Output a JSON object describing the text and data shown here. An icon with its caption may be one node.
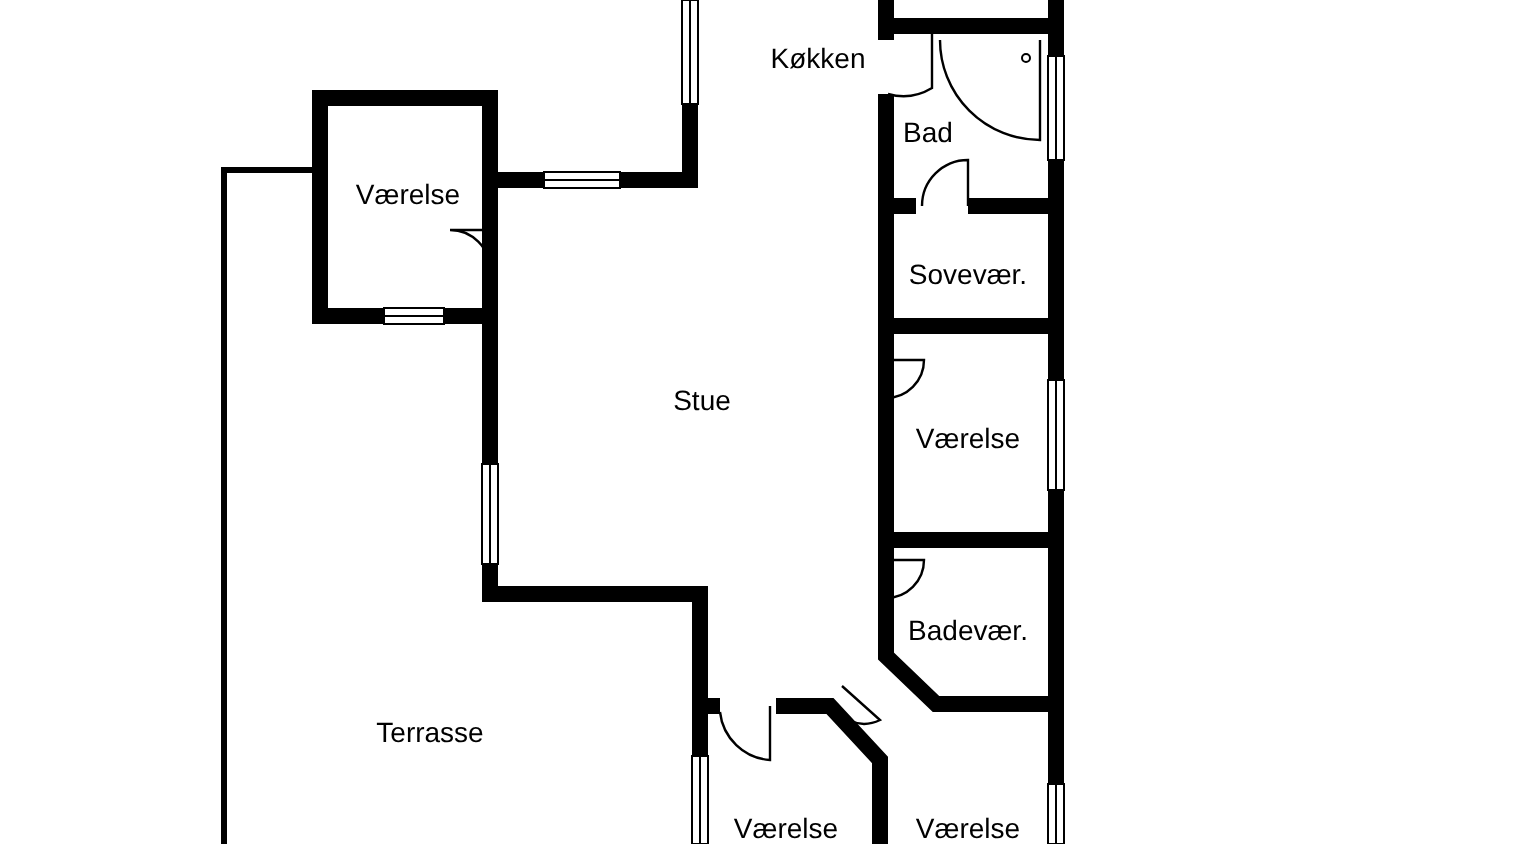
{
  "diagram": {
    "labels": [
      "Køkken",
      "Bad",
      "Værelse",
      "Sovevær.",
      "Stue",
      "Værelse",
      "Badevær.",
      "Terrasse",
      "Værelse",
      "Værelse"
    ]
  }
}
